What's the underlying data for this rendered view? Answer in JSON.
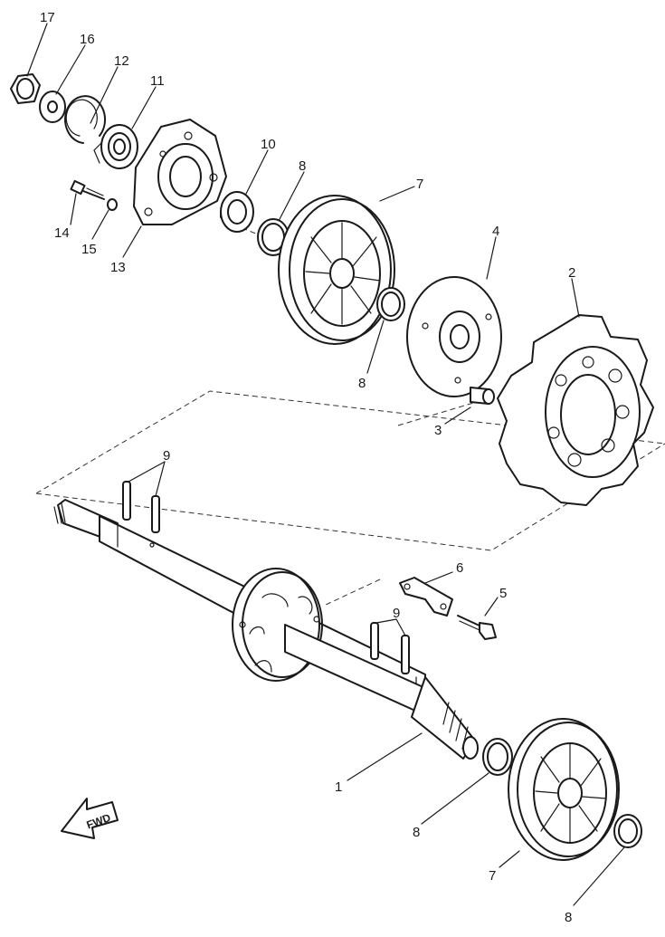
{
  "callouts": {
    "c17": "17",
    "c16": "16",
    "c12": "12",
    "c11": "11",
    "c10": "10",
    "c8a": "8",
    "c7a": "7",
    "c4": "4",
    "c2": "2",
    "c14": "14",
    "c15": "15",
    "c13": "13",
    "c8b": "8",
    "c3": "3",
    "c9a": "9",
    "c6": "6",
    "c5": "5",
    "c9b": "9",
    "c1": "1",
    "c8c": "8",
    "c7b": "7",
    "c8d": "8"
  },
  "direction_label": "FWD"
}
